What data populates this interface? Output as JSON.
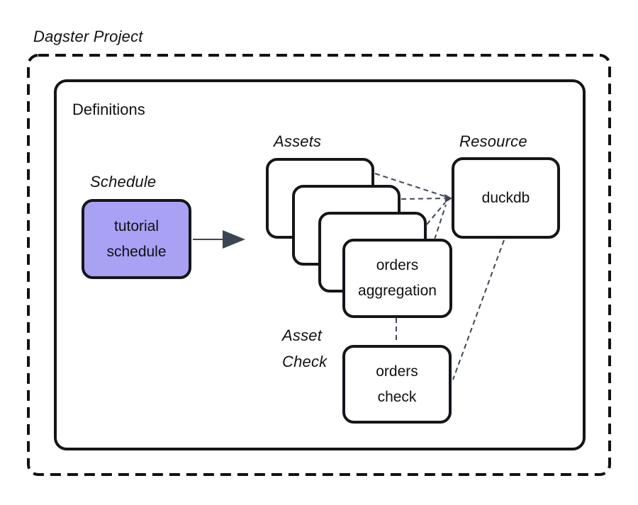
{
  "title": "Dagster Project",
  "definitions": {
    "label": "Definitions"
  },
  "schedule": {
    "group_label": "Schedule",
    "node_label": "tutorial\nschedule"
  },
  "assets": {
    "group_label": "Assets",
    "stack_count": 4,
    "front_node_label": "orders\naggregation"
  },
  "resource": {
    "group_label": "Resource",
    "node_label": "duckdb"
  },
  "asset_check": {
    "group_label": "Asset\nCheck",
    "node_label": "orders\ncheck"
  },
  "colors": {
    "schedule_node_fill": "#a9a1f4",
    "node_border": "#15161a",
    "boundary_border": "#111111",
    "connector_dashed": "#3e4756",
    "arrow_solid": "#3d4553",
    "background": "#ffffff"
  }
}
